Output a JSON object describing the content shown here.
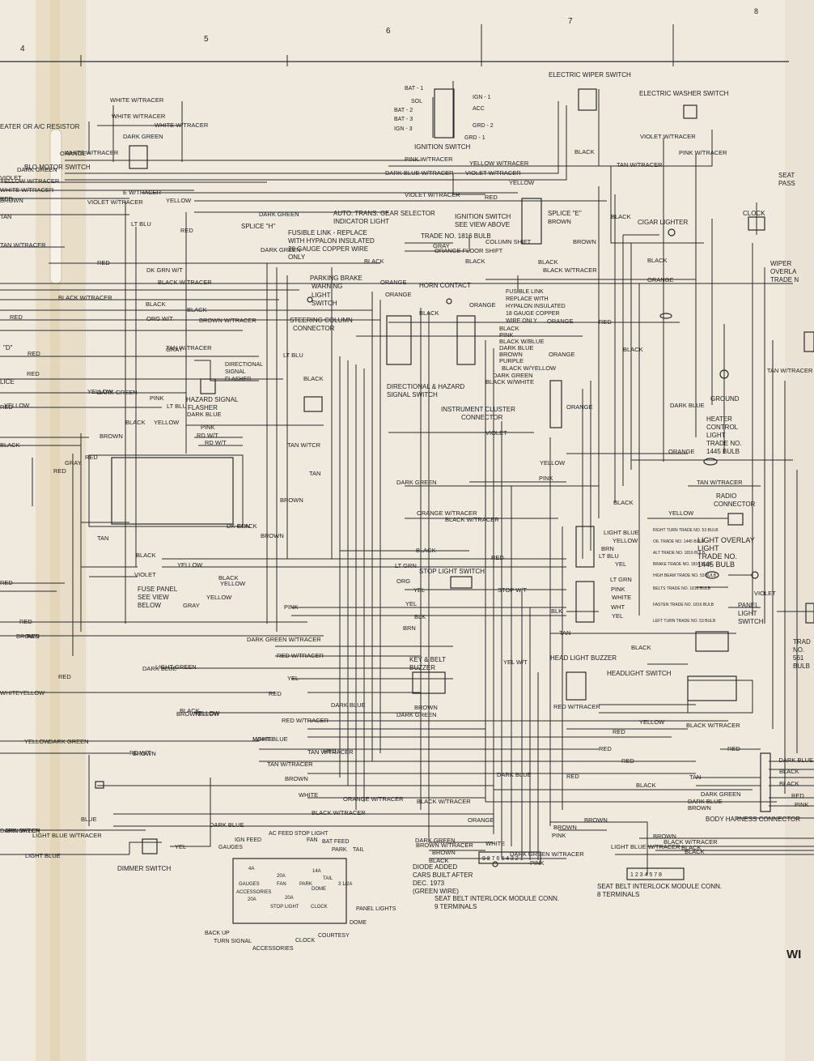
{
  "colors": {
    "paper": "#efe9de",
    "ink": "#2b2b2b",
    "stain": "#d9c8a4"
  },
  "page": {
    "title_fragment": "WI"
  },
  "column_numbers": [
    "4",
    "5",
    "6",
    "7",
    "8"
  ],
  "components": {
    "heater_resistor": "EATER OR A/C RESISTOR",
    "blower_motor_switch": "BLO   MOTOR SWITCH",
    "ignition_switch": "IGNITION SWITCH",
    "electric_wiper_switch": "ELECTRIC WIPER SWITCH",
    "electric_washer_switch": "ELECTRIC WASHER SWITCH",
    "gear_selector_light": [
      "AUTO. TRANS. GEAR SELECTOR",
      "INDICATOR LIGHT",
      "TRADE NO. 1816 BULB"
    ],
    "ignition_switch_view": [
      "IGNITION SWITCH",
      "SEE VIEW ABOVE"
    ],
    "splice_h": "SPLICE \"H\"",
    "splice_e": "SPLICE \"E\"",
    "fusible_link_1": [
      "FUSIBLE LINK - REPLACE",
      "WITH HYPALON INSULATED",
      "20 GAUGE COPPER WIRE",
      "ONLY"
    ],
    "fusible_link_2": [
      "FUSIBLE LINK",
      "REPLACE WITH",
      "HYPALON INSULATED",
      "18 GAUGE COPPER",
      "WIRE ONLY"
    ],
    "cigar_lighter": "CIGAR LIGHTER",
    "clock": "CLOCK",
    "parking_brake": [
      "PARKING BRAKE",
      "WARNING",
      "LIGHT",
      "SWITCH"
    ],
    "horn_contact": "HORN CONTACT",
    "steering_column": [
      "STEERING COLUMN",
      "CONNECTOR"
    ],
    "directional_flasher": [
      "DIRECTIONAL",
      "SIGNAL",
      "FLASHER"
    ],
    "hazard_flasher": [
      "HAZARD SIGNAL",
      "FLASHER"
    ],
    "directional_switch": [
      "DIRECTIONAL & HAZARD",
      "SIGNAL SWITCH"
    ],
    "instrument_cluster": [
      "INSTRUMENT CLUSTER",
      "CONNECTOR"
    ],
    "ground": "GROUND",
    "heater_light": [
      "HEATER",
      "CONTROL",
      "LIGHT",
      "TRADE NO.",
      "1445 BULB"
    ],
    "radio_connector": [
      "RADIO",
      "CONNECTOR"
    ],
    "light_overlay": [
      "LIGHT OVERLAY",
      "LIGHT",
      "TRADE NO.",
      "1445 BULB"
    ],
    "panel_light_switch": [
      "PANEL",
      "LIGHT",
      "SWITCH"
    ],
    "fuse_panel": [
      "FUSE PANEL",
      "SEE VIEW",
      "BELOW"
    ],
    "stop_light_switch": "STOP LIGHT SWITCH",
    "key_belt_buzzer": [
      "KEY & BELT",
      "BUZZER"
    ],
    "head_light_buzzer": "HEAD LIGHT BUZZER",
    "headlight_switch": "HEADLIGHT SWITCH",
    "body_harness": "BODY HARNESS CONNECTOR",
    "dimmer_switch": "DIMMER SWITCH",
    "diode_note": [
      "DIODE ADDED",
      "CARS BUILT AFTER",
      "DEC. 1973",
      "(GREEN WIRE)"
    ],
    "interlock_9": [
      "SEAT BELT INTERLOCK MODULE CONN.",
      "9 TERMINALS"
    ],
    "interlock_8": [
      "SEAT BELT INTERLOCK MODULE CONN.",
      "8 TERMINALS"
    ],
    "interlock_9_pins": "9 8 7 6 5 4 3 2 1",
    "interlock_8_pins": "1 2 3 4 5   7 8",
    "wiper_overlay": [
      "WIPER",
      "OVERLA",
      "TRADE N"
    ],
    "seat_pass": [
      "SEAT",
      "PASS"
    ],
    "splice_d": "\"D\"",
    "lice": "LICE",
    "bulb_561": [
      "TRAD",
      "NO.",
      "561",
      "BULB"
    ]
  },
  "ignition_pins": {
    "left": [
      "BAT - 1",
      "SOL",
      "BAT - 2",
      "BAT - 3",
      "IGN - 3"
    ],
    "right": [
      "IGN - 1",
      "ACC",
      "GRD - 2",
      "GRD - 1"
    ]
  },
  "cluster_bulbs": [
    "RIGHT TURN TRADE NO. 53 BULB",
    "OIL TRADE NO. 1445 BULB",
    "ALT TRADE NO. 1816 BULB",
    "BRAKE TRADE NO. 1816 BULB",
    "HIGH BEAM TRADE NO. 53 BULB",
    "BELTS TRADE NO. 1816 BULB",
    "FASTEN TRADE NO. 1816 BULB",
    "LEFT TURN TRADE NO. 53 BULB"
  ],
  "fuse_box": {
    "top": [
      "IGN FEED",
      "AC FEED",
      "STOP LIGHT",
      "FAN",
      "BAT FEED",
      "GAUGES",
      "PARK",
      "TAIL"
    ],
    "inner": [
      "4A",
      "GAUGES",
      "20A",
      "FAN",
      "14A",
      "PARK",
      "TAIL",
      "ACCESSORIES",
      "DOME",
      "20A",
      "20A",
      "STOP LIGHT",
      "CLOCK",
      "3 1/2A"
    ],
    "bottom": [
      "PANEL LIGHTS",
      "DOME",
      "COURTESY",
      "CLOCK",
      "ACCESSORIES",
      "TURN SIGNAL",
      "BACK UP"
    ]
  },
  "wire_labels": [
    "WHITE W/TRACER",
    "WHITE W/TRACER",
    "DARK GREEN",
    "ORANGE",
    "WHITE W/TRACER",
    "YELLOW W/TRACER",
    "WHITE W/TRACER",
    "PINK W/TRACER",
    "YELLOW W/TRACER",
    "DARK BLUE W/TRACER",
    "VIOLET W/TRACER",
    "BROWN",
    "BLACK",
    "TAN W/TRACER",
    "PINK W/TRACER",
    "YELLOW",
    "VIOLET W/TRACER",
    "RED",
    "YELLOW",
    "BLACK",
    "VIOLET W/TRACER",
    "LT BLU",
    "RED",
    "DARK GREEN",
    "DARK GREEN",
    "BROWN",
    "BROWN",
    "BLACK",
    "BLACK",
    "GRAY",
    "COLUMN SHIFT",
    "ORANGE FLOOR SHIFT",
    "RED",
    "BLACK",
    "BLACK",
    "BLACK W/TRACER",
    "RED",
    "DK GRN W/T",
    "BLACK W/TRACER",
    "ORANGE",
    "BLACK W/TRACER",
    "BLACK",
    "BLACK",
    "ORANGE",
    "ORANGE",
    "ORANGE",
    "BLACK",
    "ORG W/T",
    "BROWN W/TRACER",
    "ORANGE",
    "BLACK",
    "PINK",
    "BLACK W/BLUE",
    "DARK BLUE",
    "BROWN",
    "PURPLE",
    "BLACK W/YELLOW",
    "DARK GREEN",
    "BLACK W/WHITE",
    "ORANGE",
    "RED",
    "GRAY",
    "LT BLU",
    "BLACK",
    "RED",
    "RED",
    "YELLOW",
    "YELLOW",
    "BLACK",
    "BLACK",
    "PINK",
    "LT BLU",
    "YELLOW",
    "DARK BLUE",
    "BROWN",
    "PINK",
    "RD W/T",
    "RD W/T",
    "TAN W/TCR",
    "TAN",
    "GRAY",
    "RED",
    "BLACK",
    "VIOLET",
    "YELLOW",
    "DARK GREEN",
    "BLACK",
    "ORANGE",
    "ORANGE W/TRACER",
    "BLACK W/TRACER",
    "BROWN",
    "BROWN",
    "DK GRN",
    "PINK",
    "DARK BLUE",
    "TAN W/TRACER",
    "YELLOW",
    "BLACK",
    "ORANGE",
    "TAN W/TRACER",
    "BLACK",
    "RED",
    "LIGHT BLUE",
    "YELLOW",
    "BRN",
    "LT BLU",
    "YEL",
    "LT GRN",
    "ORG",
    "YEL",
    "STOP W/T",
    "LT GRN",
    "PINK",
    "WHITE",
    "WHT",
    "YEL",
    "BLK",
    "YEL",
    "BLK",
    "BRN",
    "TAN",
    "YEL W/T",
    "VIOLET",
    "DARK GREEN W/TRACER",
    "RED W/TRACER",
    "BLACK",
    "YEL",
    "RED",
    "DARK BLUE",
    "RED W/TRACER",
    "BROWN",
    "DARK BLUE",
    "DARK GREEN",
    "RED W/TRACER",
    "YELLOW",
    "YELLOW",
    "BLACK W/TRACER",
    "DARK GREEN",
    "LIGHT BLUE",
    "RED",
    "TAN W/TRACER",
    "BROWN",
    "TAN W/TRACER",
    "RED",
    "RED",
    "RED",
    "RED",
    "RED",
    "DARK BLUE",
    "DARK BLUE",
    "BLACK",
    "BLACK",
    "BLACK",
    "TAN",
    "BLACK",
    "BLUE",
    "BROWN",
    "DARK GREEN",
    "DARK BLUE",
    "RED",
    "BROWN",
    "PINK",
    "WHITE",
    "ORANGE W/TRACER",
    "BLACK W/TRACER",
    "ORANGE",
    "BLACK W/TRACER",
    "DARK BLUE",
    "WHITE",
    "BROWN",
    "BROWN",
    "PINK",
    "LIGHT BLUE W/TRACER",
    "BROWN",
    "BLACK W/TRACER",
    "BLACK",
    "BLACK",
    "BLACK",
    "BROWN",
    "BROWN W/TRACER",
    "DARK GREEN",
    "DARK GREEN W/TRACER",
    "PINK",
    "DARK GREEN",
    "LIGHT BLUE W/TRACER",
    "LIGHT BLUE",
    "YEL",
    "RD W/T",
    "WHITE",
    "WHITE",
    "LIGHT GREEN",
    "BROWN",
    "PINK",
    "TAN W/TRACER",
    "DARK GREEN",
    "RED",
    "YELLOW",
    "VIOLET",
    "TAN",
    "GRAY",
    "YELLOW",
    "YELLOW",
    "BROWN",
    "YELLOW",
    "BLACK",
    "BLACK",
    "RED",
    "RED",
    "RED",
    "RED",
    "RED",
    "YELLOW",
    "YELLOW",
    "GRN W/TCR",
    "TAN",
    "VIOLET",
    "RED",
    "DARK GREEN",
    "TAN W/TRACER",
    "WHITE W/TRACER",
    "VIOLET W/TRACER",
    "E W/TRACER",
    "YE  W/TRACER",
    "WHITE W/TRACER",
    "ORANGE",
    "YELLOW",
    "BLACK"
  ]
}
